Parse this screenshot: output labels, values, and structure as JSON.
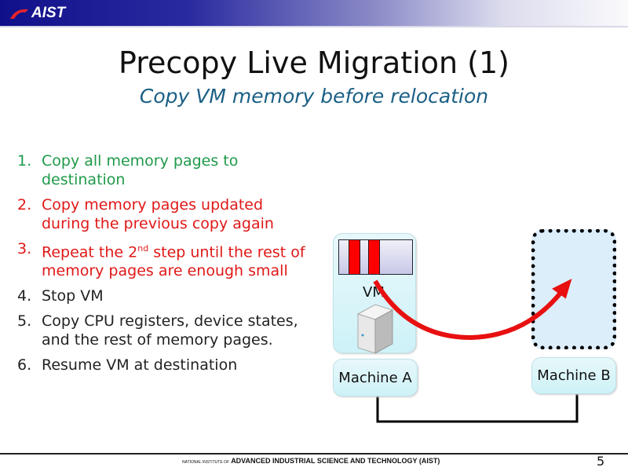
{
  "header": {
    "logo": "AIST"
  },
  "title": "Precopy Live Migration (1)",
  "subtitle": "Copy VM memory before relocation",
  "steps": [
    {
      "num": "1.",
      "text": "Copy all memory pages to destination"
    },
    {
      "num": "2.",
      "text": "Copy memory pages updated during the previous copy again"
    },
    {
      "num": "3.",
      "pre": "Repeat the 2",
      "sup": "nd",
      "post": " step until the rest of memory pages are enough small"
    },
    {
      "num": "4.",
      "text": "Stop VM"
    },
    {
      "num": "5.",
      "text": "Copy CPU registers, device states, and the rest of memory pages."
    },
    {
      "num": "6.",
      "text": "Resume VM at destination"
    }
  ],
  "diagram": {
    "vm_label": "VM",
    "machine_a": "Machine A",
    "machine_b": "Machine B"
  },
  "footer": {
    "prefix": "NATIONAL INSTITUTE OF",
    "org": "ADVANCED INDUSTRIAL SCIENCE AND TECHNOLOGY (AIST)",
    "page": "5"
  },
  "colors": {
    "green": "#1f9a4a",
    "red": "#e01818",
    "accent": "#1a5f85"
  }
}
